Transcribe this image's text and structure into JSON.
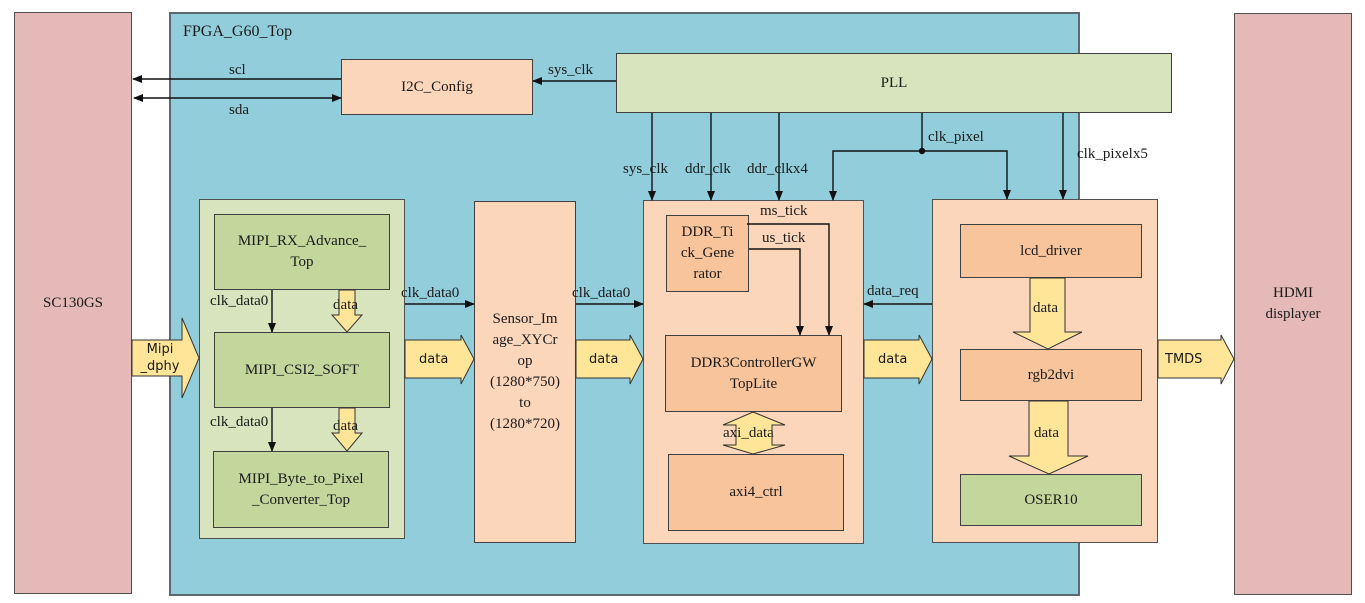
{
  "diagram": {
    "sensor": {
      "label": "SC130GS"
    },
    "display": {
      "label": "HDMI\ndisplayer"
    },
    "fpga": {
      "title": "FPGA_G60_Top",
      "i2c_config": {
        "label": "I2C_Config"
      },
      "pll": {
        "label": "PLL"
      },
      "mipi_group": {
        "rx": {
          "label": "MIPI_RX_Advance_\nTop"
        },
        "csi2": {
          "label": "MIPI_CSI2_SOFT"
        },
        "byte2pixel": {
          "label": "MIPI_Byte_to_Pixel\n_Converter_Top"
        }
      },
      "crop": {
        "label": "Sensor_Im\nage_XYCr\nop\n(1280*750)\nto\n(1280*720)"
      },
      "ddr_group": {
        "tick_gen": {
          "label": "DDR_Ti\nck_Gene\nrator"
        },
        "ddr3_ctrl": {
          "label": "DDR3ControllerGW\nTopLite"
        },
        "axi4_ctrl": {
          "label": "axi4_ctrl"
        }
      },
      "video_group": {
        "lcd_driver": {
          "label": "lcd_driver"
        },
        "rgb2dvi": {
          "label": "rgb2dvi"
        },
        "oser10": {
          "label": "OSER10"
        }
      }
    },
    "signals": {
      "scl": "scl",
      "sda": "sda",
      "sys_clk_i2c": "sys_clk",
      "sys_clk": "sys_clk",
      "ddr_clk": "ddr_clk",
      "ddr_clkx4": "ddr_clkx4",
      "clk_pixel": "clk_pixel",
      "clk_pixelx5": "clk_pixelx5",
      "clk_data0_rx": "clk_data0",
      "clk_data0_csi": "clk_data0",
      "clk_data0_out1": "clk_data0",
      "clk_data0_out2": "clk_data0",
      "data_rx": "data",
      "data_csi": "data",
      "ms_tick": "ms_tick",
      "us_tick": "us_tick",
      "data_req": "data_req",
      "axi_data": "axi_data",
      "data_lcd": "data",
      "data_rgb": "data",
      "mipi_dphy": "Mipi\n_dphy",
      "data_bus1": "data",
      "data_bus2": "data",
      "data_bus3": "data",
      "tmds": "TMDS"
    },
    "colors": {
      "fpga_bg": "#92cddc",
      "external_bg": "#e5b9b7",
      "module_peach": "#fbd6bb",
      "module_orange": "#f7c49b",
      "module_light_green": "#d7e4bd",
      "module_green": "#c3d69b",
      "bus_arrow": "#ffe597"
    }
  }
}
